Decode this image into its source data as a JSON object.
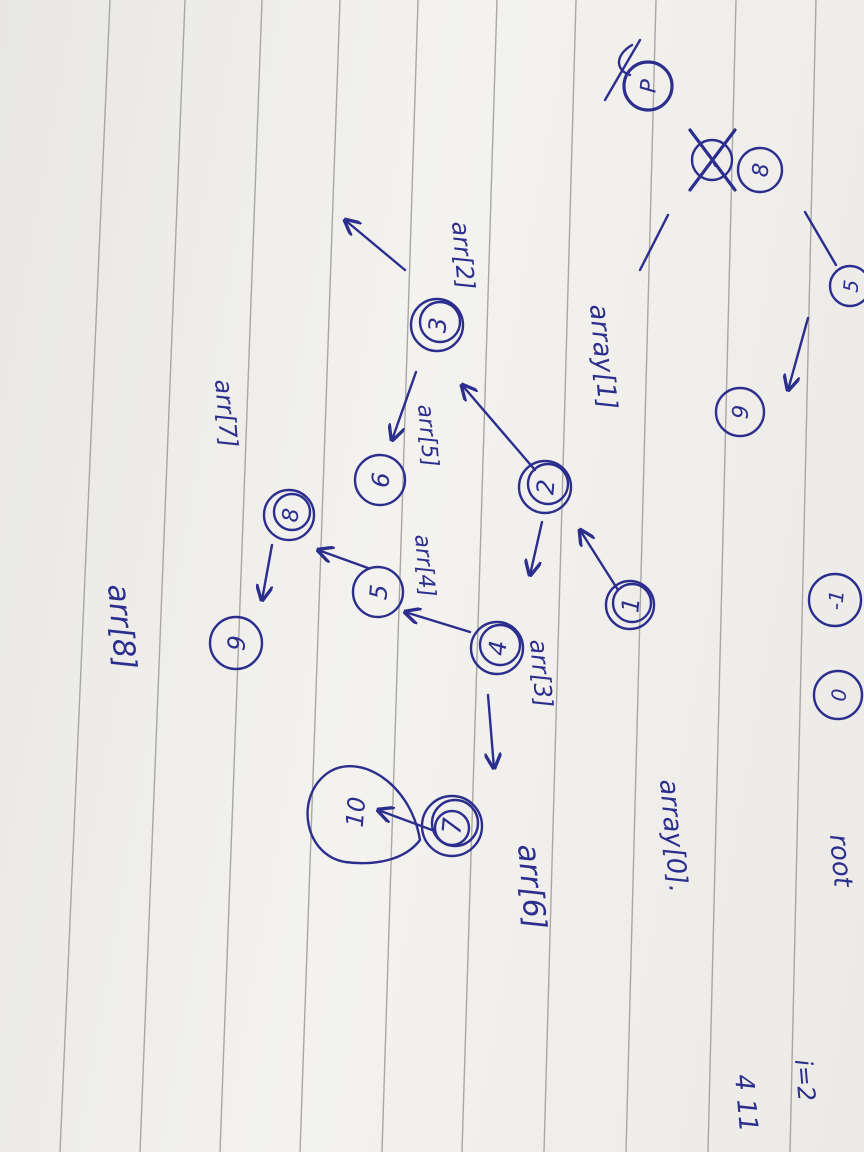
{
  "colors": {
    "ink": "#2c2e8e",
    "paper": "#efeeea",
    "rule": "#a9a7a2"
  },
  "nodes": [
    {
      "id": "n1",
      "label": "1"
    },
    {
      "id": "n2",
      "label": "2"
    },
    {
      "id": "n3",
      "label": "3"
    },
    {
      "id": "n4",
      "label": "4"
    },
    {
      "id": "n5",
      "label": "5"
    },
    {
      "id": "n6",
      "label": "6"
    },
    {
      "id": "n7",
      "label": "7"
    },
    {
      "id": "n8",
      "label": "8"
    },
    {
      "id": "n9",
      "label": "9"
    },
    {
      "id": "n10",
      "label": "10"
    }
  ],
  "labels": {
    "array0": "array[0].",
    "array1": "array[1]",
    "arr2": "arr[2]",
    "arr3": "arr[3]",
    "arr4": "arr[4]",
    "arr5": "arr[5]",
    "arr6": "arr[6]",
    "arr7": "arr[7]",
    "arr8": "arr[8]"
  },
  "top_fragments": {
    "frag_8": "8",
    "frag_9": "9",
    "frag_5": "5",
    "frag_P": "P",
    "frag_crossed": "X",
    "frag_bottom": "-1",
    "frag_0": "0",
    "frag_root": "root",
    "frag_i2": "i=2",
    "frag_411": "4 11"
  }
}
